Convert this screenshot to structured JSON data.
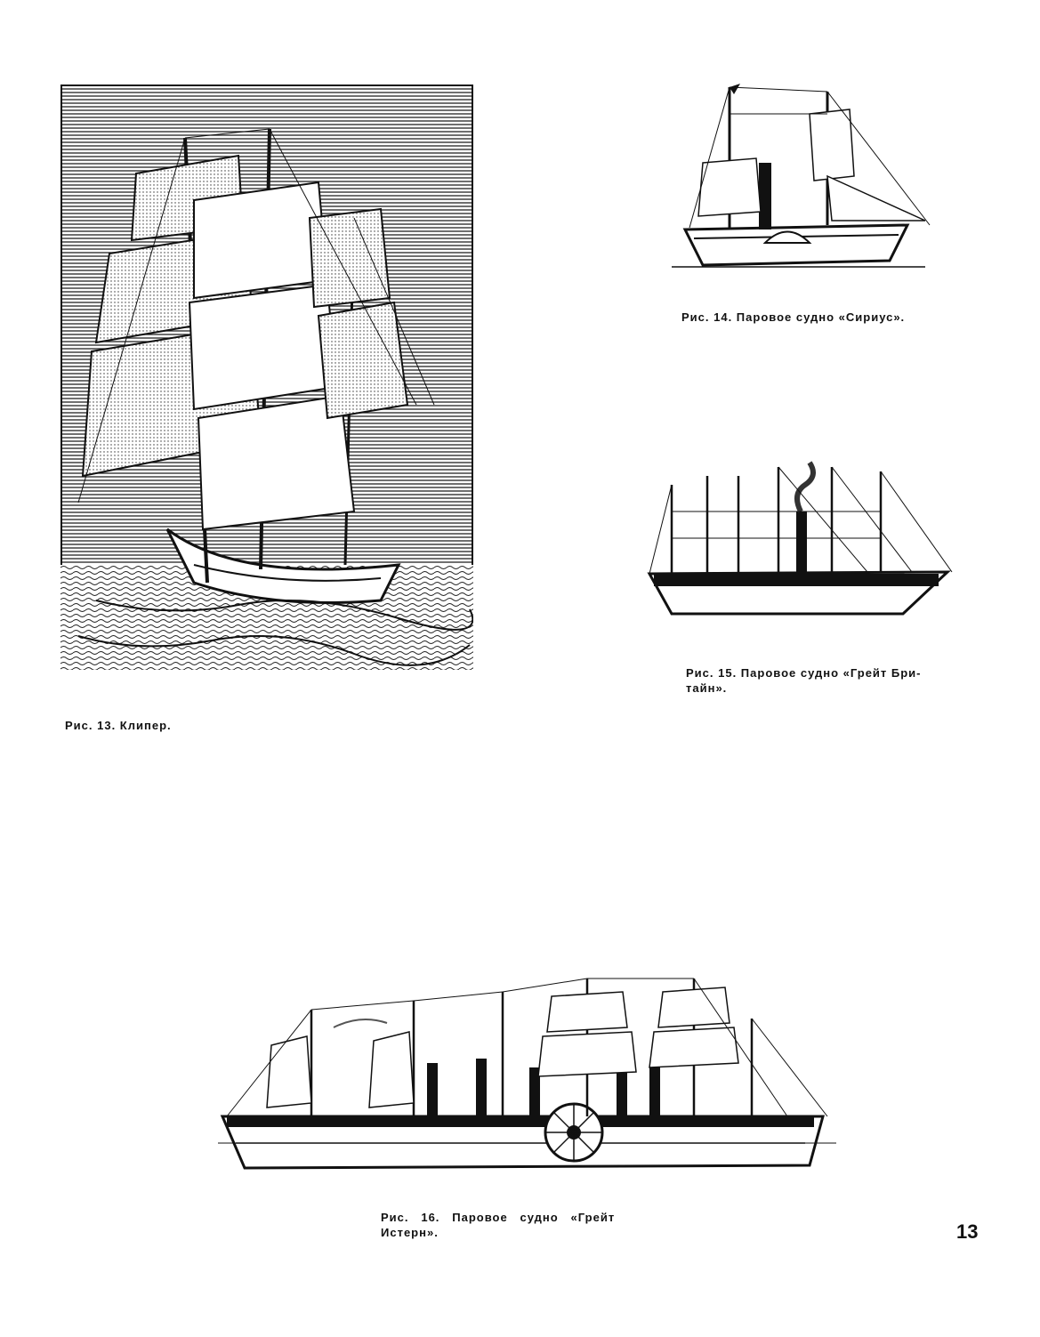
{
  "figures": [
    {
      "id": "fig13",
      "caption": "Рис. 13. Клипер.",
      "subject": "clipper-illustration"
    },
    {
      "id": "fig14",
      "caption": "Рис. 14. Паровое судно «Сириус».",
      "subject": "steamship-sirius-illustration"
    },
    {
      "id": "fig15",
      "caption_line1": "Рис. 15. Паровое судно «Грейт Бри-",
      "caption_line2": "тайн».",
      "subject": "steamship-great-britain-illustration"
    },
    {
      "id": "fig16",
      "caption_line1": "Рис.   16.   Паровое   судно   «Грейт",
      "caption_line2": "Истерн».",
      "subject": "steamship-great-eastern-illustration"
    }
  ],
  "page_number": "13",
  "colors": {
    "ink": "#111111",
    "paper": "#ffffff",
    "shade": "#555555"
  }
}
